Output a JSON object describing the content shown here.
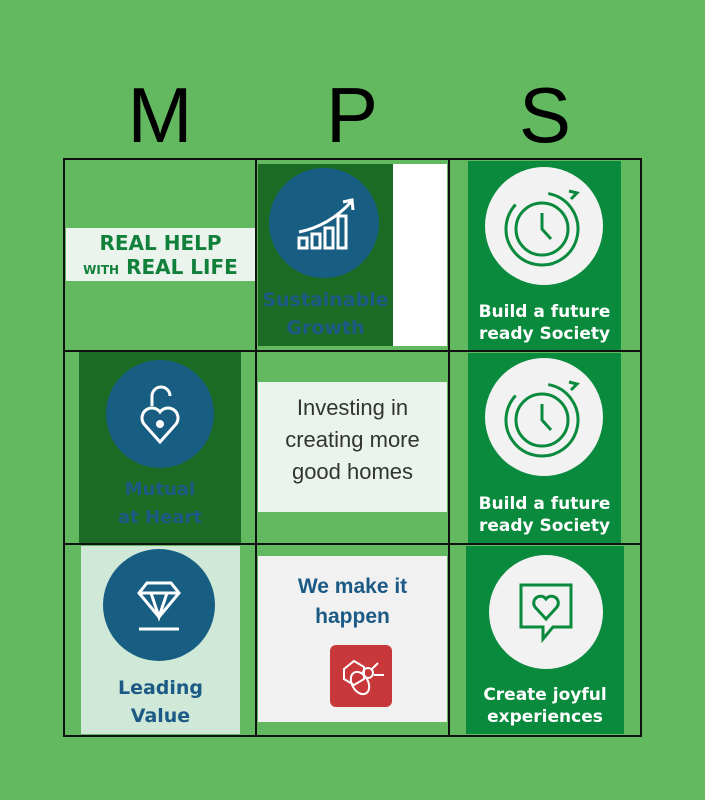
{
  "header": {
    "letters": [
      "M",
      "P",
      "S"
    ]
  },
  "cells": {
    "c00": {
      "line1": "REAL HELP",
      "line2a": "WITH",
      "line2b": "REAL LIFE"
    },
    "c01": {
      "line1": "Sustainable",
      "line2": "Growth"
    },
    "c02": {
      "line1": "Build a future",
      "line2": "ready Society"
    },
    "c10": {
      "line1": "Mutual",
      "line2": "at Heart"
    },
    "c11": {
      "line1": "Investing in",
      "line2": "creating more",
      "line3": "good homes"
    },
    "c12": {
      "line1": "Build a future",
      "line2": "ready Society"
    },
    "c20": {
      "line1": "Leading",
      "line2": "Value"
    },
    "c21": {
      "line1": "We make it",
      "line2": "happen"
    },
    "c22": {
      "line1": "Create joyful",
      "line2": "experiences"
    }
  },
  "colors": {
    "bg": "#63b95f",
    "dark_green": "#1b6b25",
    "brand_green": "#0a8a3c",
    "blue": "#175e82"
  }
}
